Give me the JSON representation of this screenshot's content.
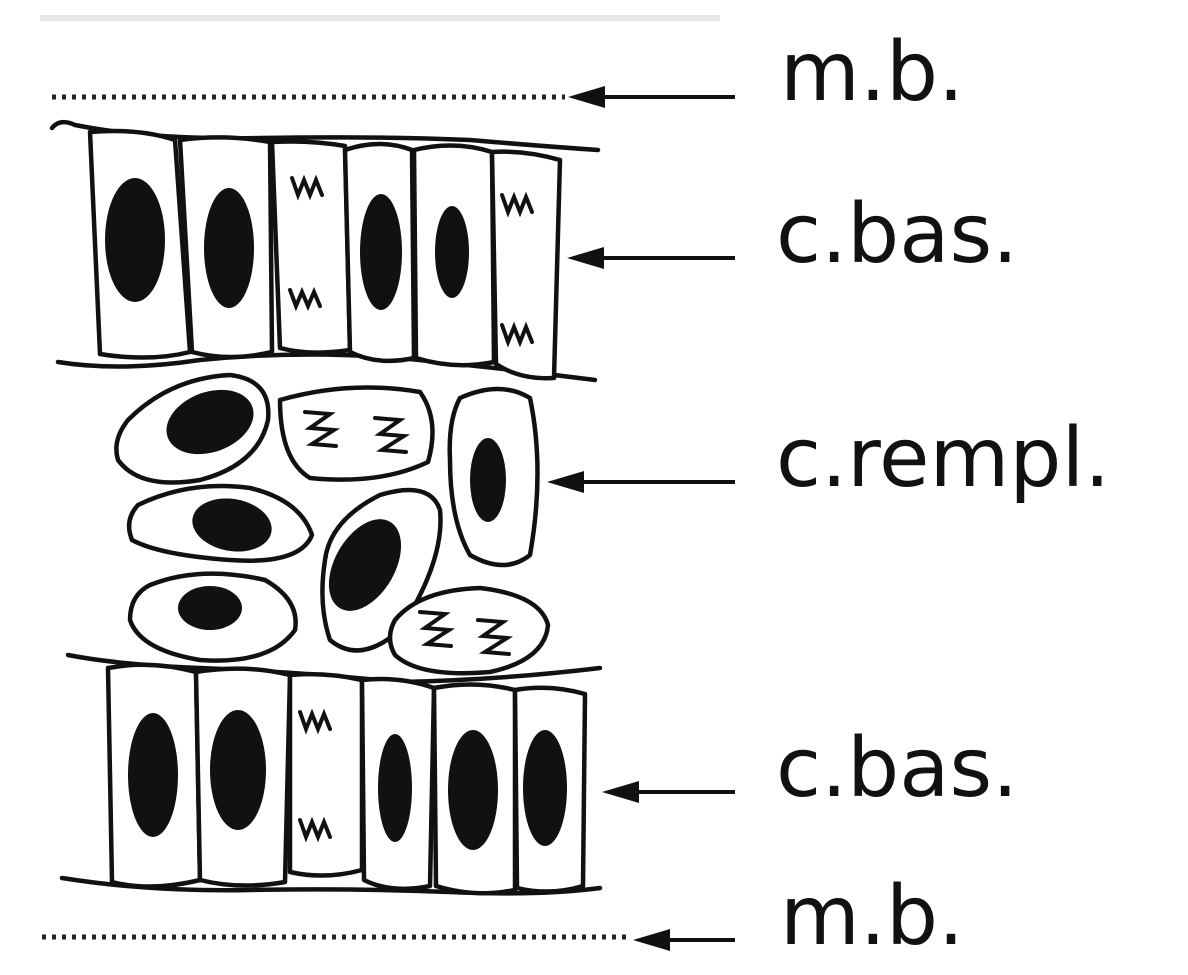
{
  "labels": {
    "top_membrane": "m.b.",
    "upper_basal": "c.bas.",
    "filling": "c.rempl.",
    "lower_basal": "c.bas.",
    "bottom_membrane": "m.b."
  }
}
